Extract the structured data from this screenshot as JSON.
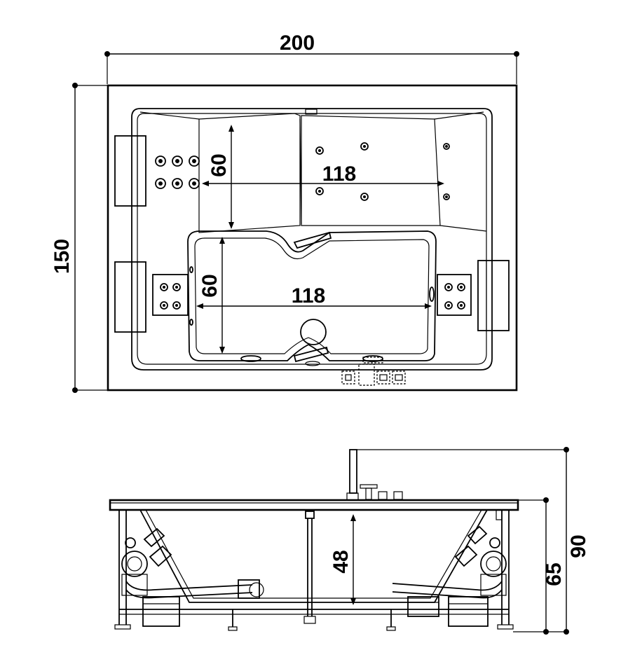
{
  "top_view": {
    "dimensions": {
      "width": "200",
      "depth": "150",
      "upper_seat_depth": "60",
      "upper_seat_width": "118",
      "lower_basin_depth": "60",
      "lower_basin_width": "118"
    }
  },
  "side_view": {
    "dimensions": {
      "inner_depth": "48",
      "rim_height": "65",
      "overall_height": "90"
    }
  }
}
